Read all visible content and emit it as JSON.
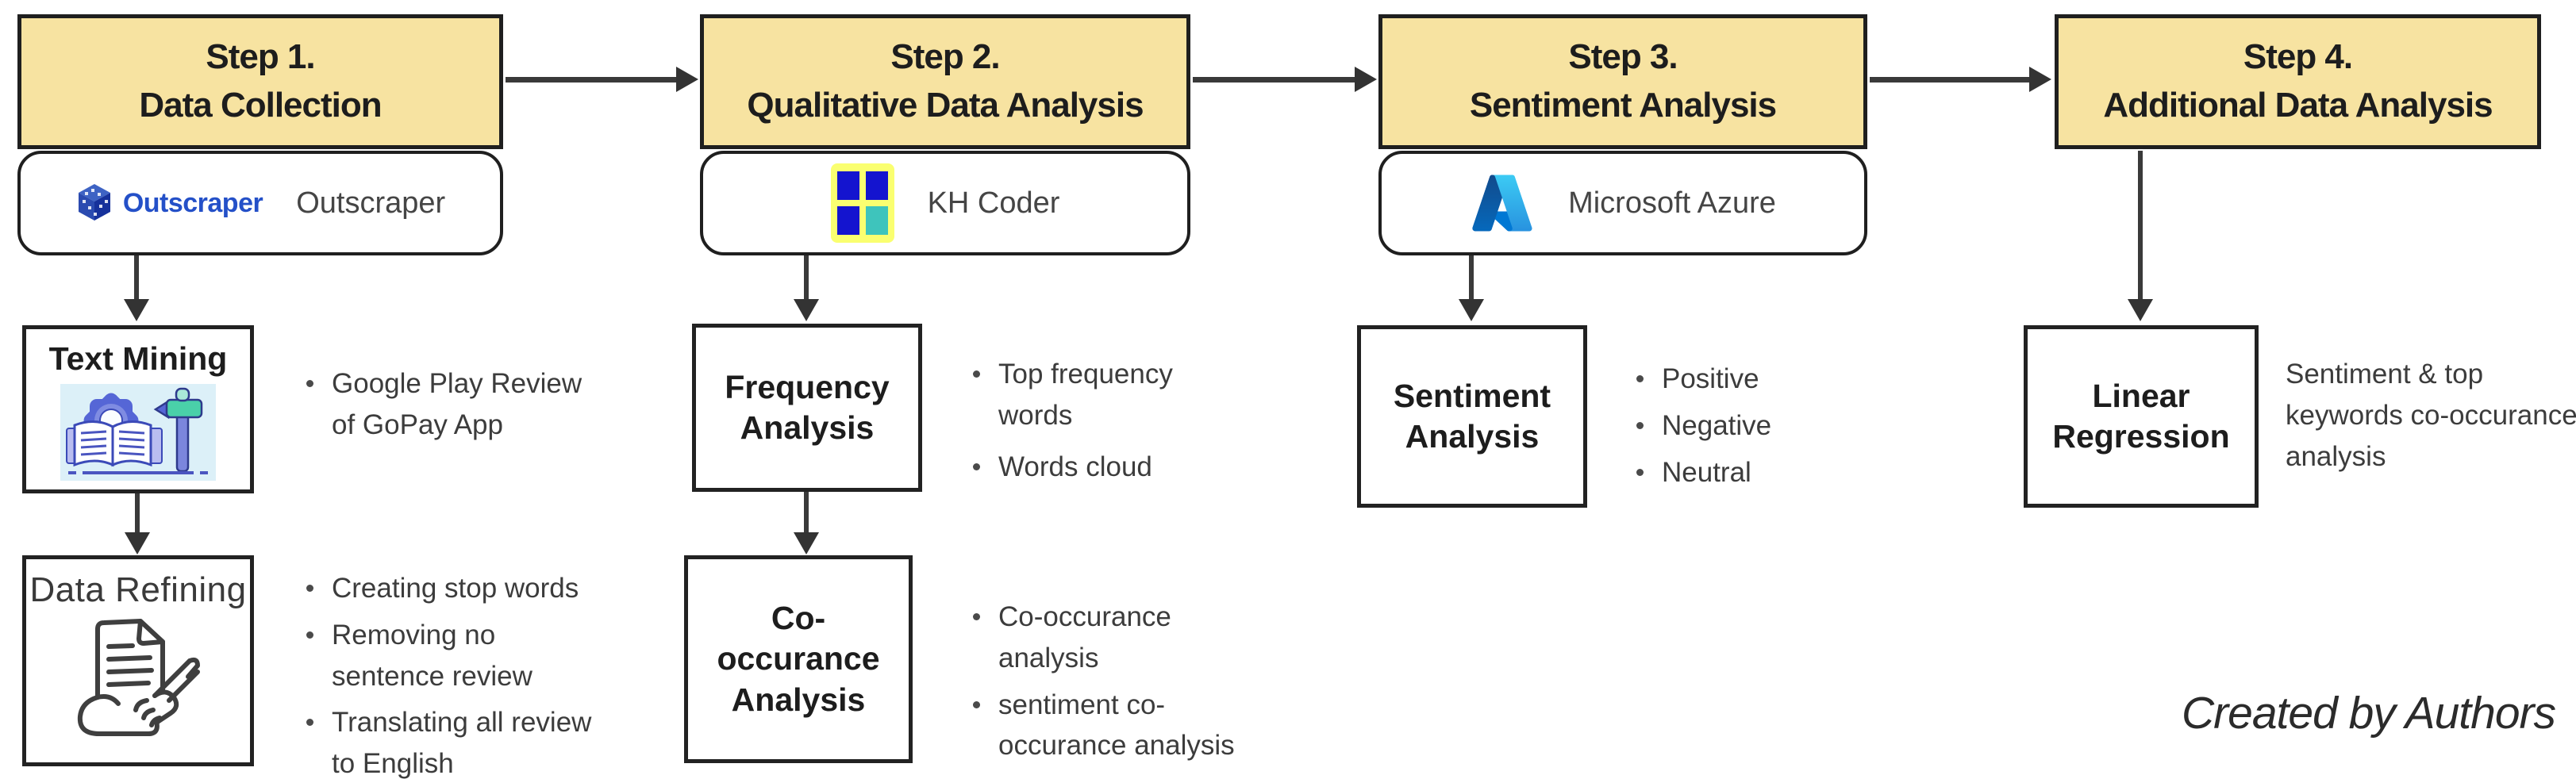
{
  "credit": "Created by Authors",
  "colors": {
    "header_fill": "#F7E3A1",
    "header_border": "#1F1F1F",
    "arrow": "#3A3A3A",
    "outscraper_blue": "#2450C8",
    "khcoder_yellow": "#FAFF70",
    "khcoder_blue": "#1414CF",
    "khcoder_teal": "#3EC4BC",
    "azure_blue_dark": "#114A8B",
    "azure_blue_light": "#3CCBF4"
  },
  "steps": [
    {
      "line1": "Step 1.",
      "line2": "Data Collection",
      "tool": {
        "brand": "Outscraper",
        "label": "Outscraper",
        "icon": "outscraper-cube-icon"
      }
    },
    {
      "line1": "Step 2.",
      "line2": "Qualitative Data Analysis",
      "tool": {
        "label": "KH Coder",
        "icon": "khcoder-icon"
      }
    },
    {
      "line1": "Step 3.",
      "line2": "Sentiment Analysis",
      "tool": {
        "label": "Microsoft Azure",
        "icon": "azure-icon"
      }
    },
    {
      "line1": "Step 4.",
      "line2": "Additional Data Analysis"
    }
  ],
  "nodes": {
    "text_mining": {
      "title": "Text Mining",
      "icon": "text-mining-icon",
      "bullets": [
        "Google Play Review of GoPay App"
      ]
    },
    "data_refining": {
      "title": "Data Refining",
      "icon": "data-refining-icon",
      "bullets": [
        "Creating stop words",
        "Removing no sentence review",
        "Translating all review to English"
      ]
    },
    "frequency_analysis": {
      "title": "Frequency Analysis",
      "bullets": [
        "Top frequency words",
        "Words cloud"
      ]
    },
    "cooccurance_analysis": {
      "title": "Co-occurance Analysis",
      "bullets": [
        "Co-occurance analysis",
        "sentiment co-occurance analysis"
      ]
    },
    "sentiment_analysis": {
      "title": "Sentiment Analysis",
      "bullets": [
        "Positive",
        "Negative",
        "Neutral"
      ]
    },
    "linear_regression": {
      "title": "Linear Regression",
      "note": "Sentiment & top keywords co-occurance analysis"
    }
  }
}
